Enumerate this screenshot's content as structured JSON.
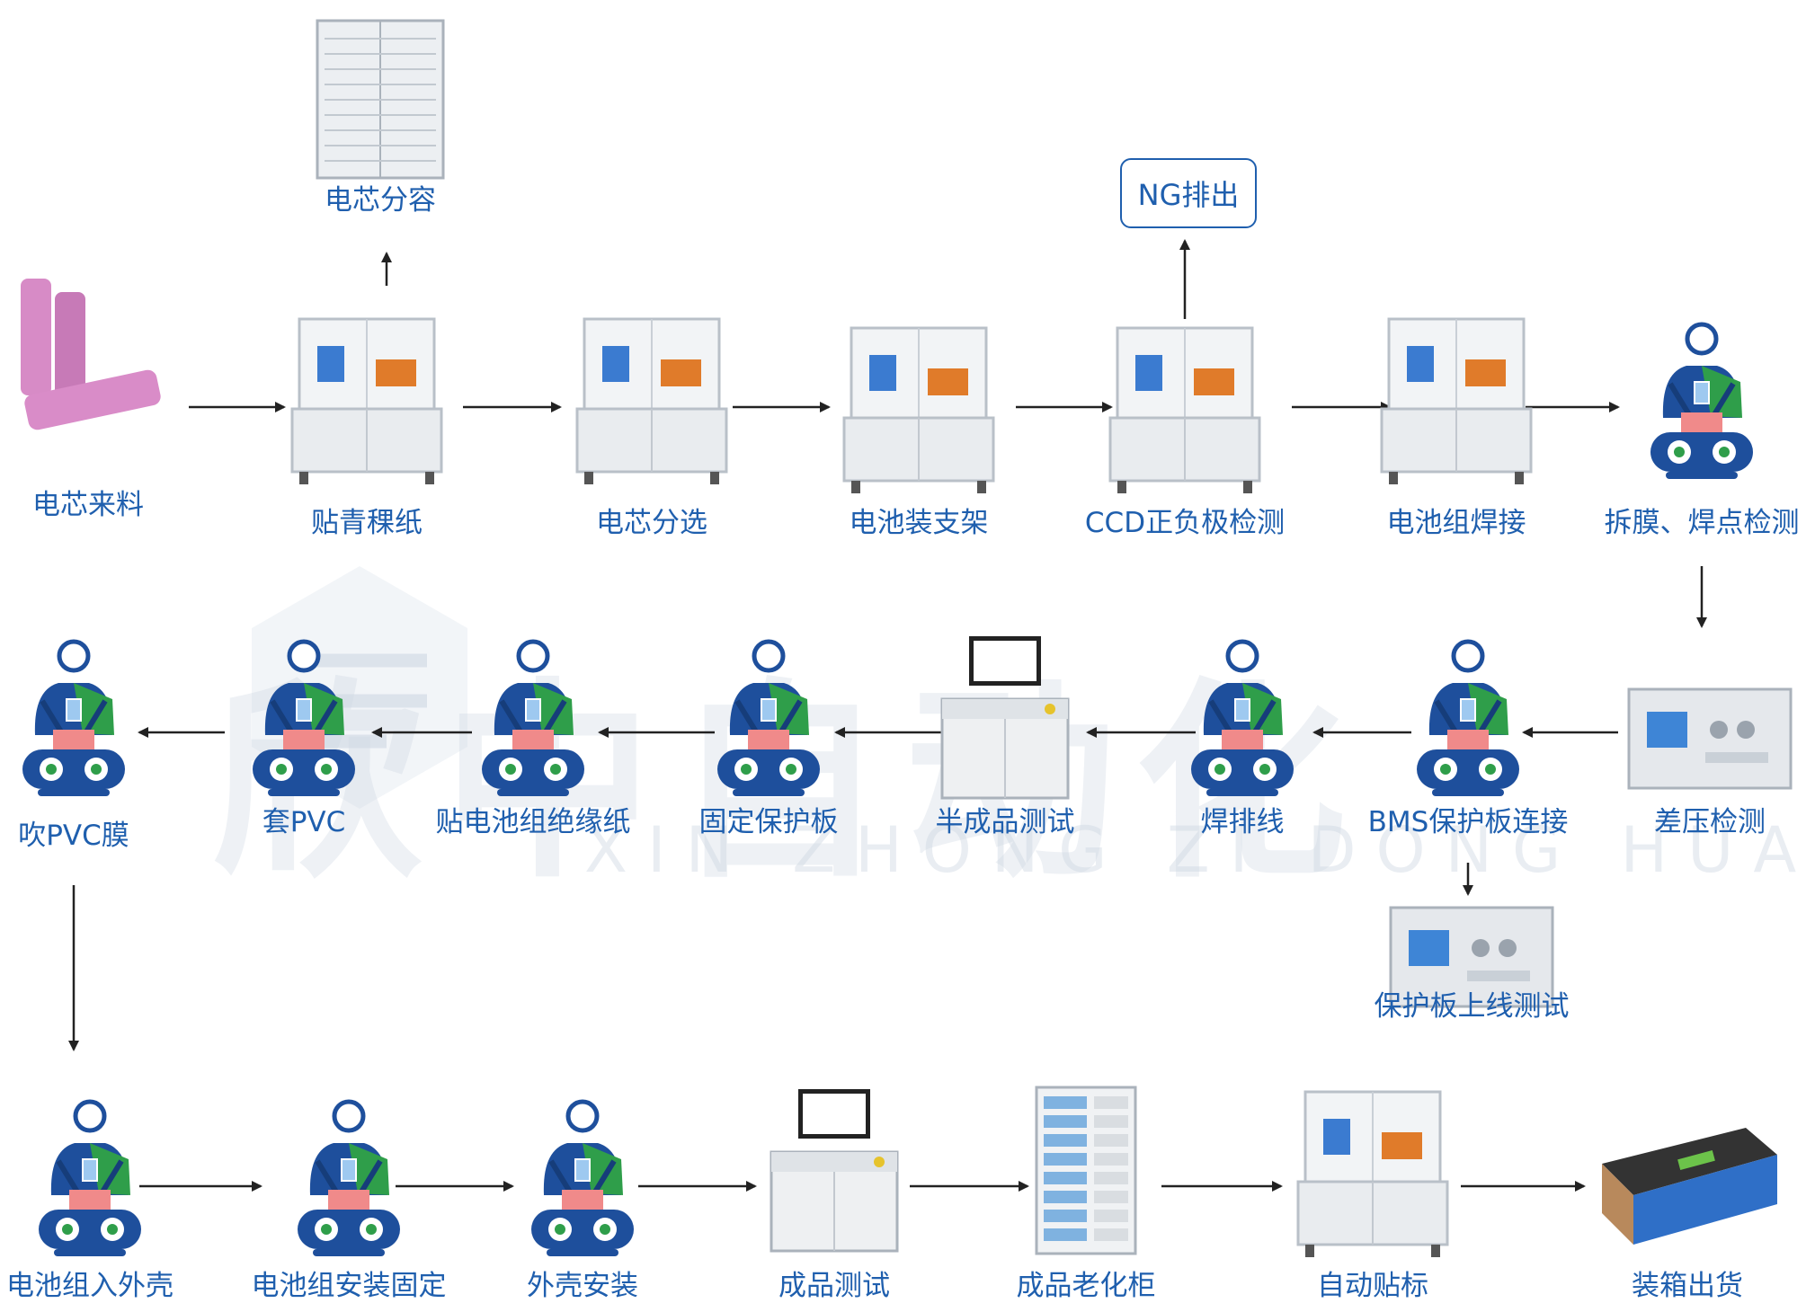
{
  "brand": {
    "watermark": "欣中自动化",
    "watermark_sub": "XIN ZHONG ZI DONG HUA"
  },
  "nodes": [
    {
      "id": "n1",
      "label": "电芯来料",
      "icon": "cylindrical-battery-cells-icon"
    },
    {
      "id": "n2",
      "label": "贴青稞纸",
      "icon": "machine-icon"
    },
    {
      "id": "n3",
      "label": "电芯分选",
      "icon": "machine-icon"
    },
    {
      "id": "n4",
      "label": "电池装支架",
      "icon": "machine-icon"
    },
    {
      "id": "n5",
      "label": "CCD正负极检测",
      "icon": "machine-icon"
    },
    {
      "id": "n6",
      "label": "电池组焊接",
      "icon": "machine-icon"
    },
    {
      "id": "n7",
      "label": "拆膜、焊点检测",
      "icon": "worker-icon"
    },
    {
      "id": "n8",
      "label": "差压检测",
      "icon": "tester-icon"
    },
    {
      "id": "n9",
      "label": "BMS保护板连接",
      "icon": "worker-icon"
    },
    {
      "id": "n10",
      "label": "焊排线",
      "icon": "worker-icon"
    },
    {
      "id": "n11",
      "label": "半成品测试",
      "icon": "test-station-icon"
    },
    {
      "id": "n12",
      "label": "固定保护板",
      "icon": "worker-icon"
    },
    {
      "id": "n13",
      "label": "贴电池组绝缘纸",
      "icon": "worker-icon"
    },
    {
      "id": "n14",
      "label": "套PVC",
      "icon": "worker-icon"
    },
    {
      "id": "n15",
      "label": "吹PVC膜",
      "icon": "worker-icon"
    },
    {
      "id": "n16",
      "label": "电池组入外壳",
      "icon": "worker-icon"
    },
    {
      "id": "n17",
      "label": "电池组安装固定",
      "icon": "worker-icon"
    },
    {
      "id": "n18",
      "label": "外壳安装",
      "icon": "worker-icon"
    },
    {
      "id": "n19",
      "label": "成品测试",
      "icon": "test-station-icon"
    },
    {
      "id": "n20",
      "label": "成品老化柜",
      "icon": "aging-cabinet-icon"
    },
    {
      "id": "n21",
      "label": "自动贴标",
      "icon": "machine-icon"
    },
    {
      "id": "n22",
      "label": "装箱出货",
      "icon": "battery-pack-icon"
    },
    {
      "id": "s1",
      "label": "电芯分容",
      "icon": "cabinet-icon"
    },
    {
      "id": "s2",
      "label": "NG排出",
      "icon": ""
    },
    {
      "id": "s3",
      "label": "保护板上线测试",
      "icon": "tester-icon"
    }
  ],
  "edges": [
    [
      "n1",
      "n2"
    ],
    [
      "n2",
      "n3"
    ],
    [
      "n3",
      "n4"
    ],
    [
      "n4",
      "n5"
    ],
    [
      "n5",
      "n6"
    ],
    [
      "n6",
      "n7"
    ],
    [
      "n7",
      "n8"
    ],
    [
      "n8",
      "n9"
    ],
    [
      "n9",
      "n10"
    ],
    [
      "n10",
      "n11"
    ],
    [
      "n11",
      "n12"
    ],
    [
      "n12",
      "n13"
    ],
    [
      "n13",
      "n14"
    ],
    [
      "n14",
      "n15"
    ],
    [
      "n15",
      "n16"
    ],
    [
      "n16",
      "n17"
    ],
    [
      "n17",
      "n18"
    ],
    [
      "n18",
      "n19"
    ],
    [
      "n19",
      "n20"
    ],
    [
      "n20",
      "n21"
    ],
    [
      "n21",
      "n22"
    ],
    [
      "n2",
      "s1"
    ],
    [
      "n5",
      "s2"
    ],
    [
      "n9",
      "s3"
    ]
  ],
  "colors": {
    "label": "#1f5fae",
    "worker_blue": "#1e4f9c",
    "worker_green": "#2f9e4a",
    "worker_pink": "#f08a8a",
    "arrow": "#222222"
  }
}
